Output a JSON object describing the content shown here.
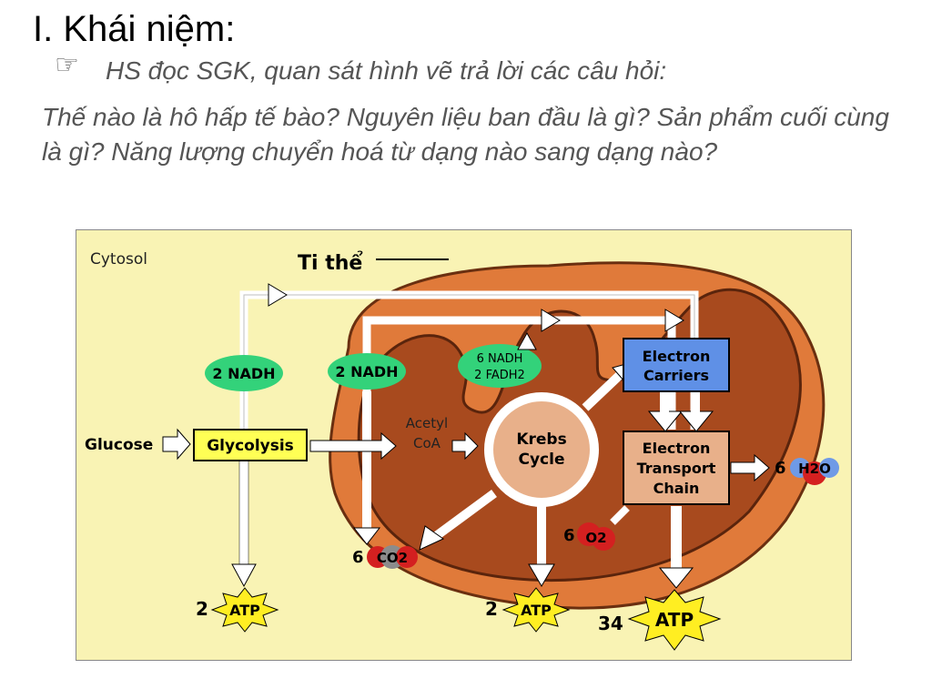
{
  "heading": {
    "title": "I. Khái niệm:",
    "hand_icon": "pointing-hand-icon",
    "intro": "HS đọc SGK, quan sát hình vẽ  trả lời các câu hỏi:",
    "questions": "Thế nào là hô hấp tế bào? Nguyên liệu ban đầu là gì? Sản phẩm cuối cùng là gì? Năng lượng chuyển hoá từ dạng nào sang dạng nào?"
  },
  "diagram": {
    "cytosol": "Cytosol",
    "mito": "Ti thể",
    "glucose": "Glucose",
    "glycolysis": "Glycolysis",
    "nadh_a": "2 NADH",
    "nadh_b": "2 NADH",
    "nadh6": "6 NADH",
    "fadh2": "2 FADH2",
    "acetyl1": "Acetyl",
    "acetyl2": "CoA",
    "krebs1": "Krebs",
    "krebs2": "Cycle",
    "ec1": "Electron",
    "ec2": "Carriers",
    "etc1": "Electron",
    "etc2": "Transport",
    "etc3": "Chain",
    "co2_n": "6",
    "co2": "CO2",
    "o2_n": "6",
    "o2": "O2",
    "h2o_n": "6",
    "h2o": "H2O",
    "atp1_n": "2",
    "atp2_n": "2",
    "atp3_n": "34",
    "atp": "ATP",
    "colors": {
      "background": "#f9f3b4",
      "mito_outer": "#e07a3a",
      "matrix": "#a84a1e",
      "nadh": "#33d27a",
      "box_yellow": "#ffff55",
      "box_blue": "#5f90e6",
      "box_tan": "#e8b08a",
      "atp_star": "#ffee22",
      "co2_red": "#d42020",
      "gray": "#8c8c8c"
    }
  }
}
